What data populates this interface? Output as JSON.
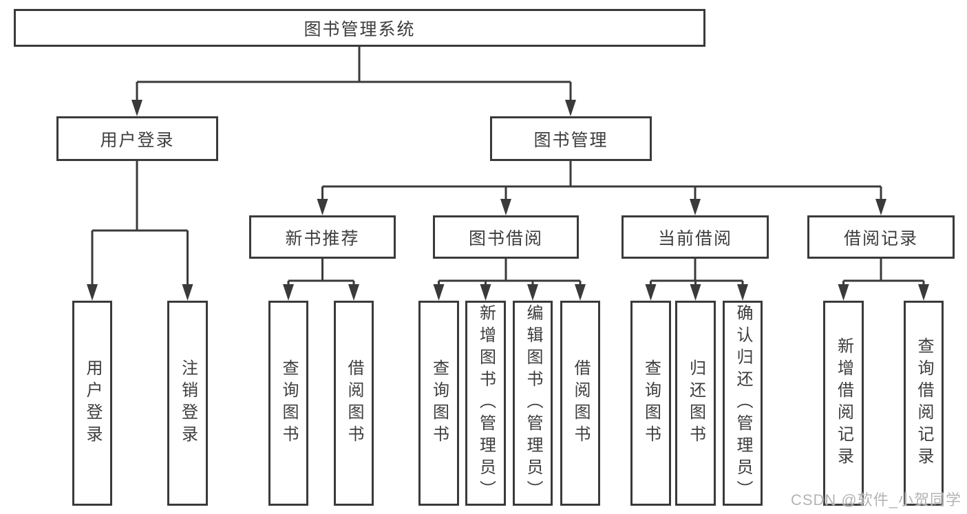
{
  "tree": {
    "root": {
      "label": "图书管理系统"
    },
    "branches": [
      {
        "label": "用户登录",
        "children": [
          {
            "label": "用户登录"
          },
          {
            "label": "注销登录"
          }
        ]
      },
      {
        "label": "图书管理",
        "groups": [
          {
            "label": "新书推荐",
            "children": [
              {
                "label": "查询图书"
              },
              {
                "label": "借阅图书"
              }
            ]
          },
          {
            "label": "图书借阅",
            "children": [
              {
                "label": "查询图书"
              },
              {
                "label": "新增图书（管理员）"
              },
              {
                "label": "编辑图书（管理员）"
              },
              {
                "label": "借阅图书"
              }
            ]
          },
          {
            "label": "当前借阅",
            "children": [
              {
                "label": "查询图书"
              },
              {
                "label": "归还图书"
              },
              {
                "label": "确认归还（管理员）"
              }
            ]
          },
          {
            "label": "借阅记录",
            "children": [
              {
                "label": "新增借阅记录"
              },
              {
                "label": "查询借阅记录"
              }
            ]
          }
        ]
      }
    ]
  },
  "watermark": {
    "text": "CSDN @软件_小贺同学"
  },
  "colors": {
    "line": "#3a3a3a",
    "text": "#3d3d3d",
    "background": "#ffffff",
    "watermark": "#b4b4b4"
  }
}
